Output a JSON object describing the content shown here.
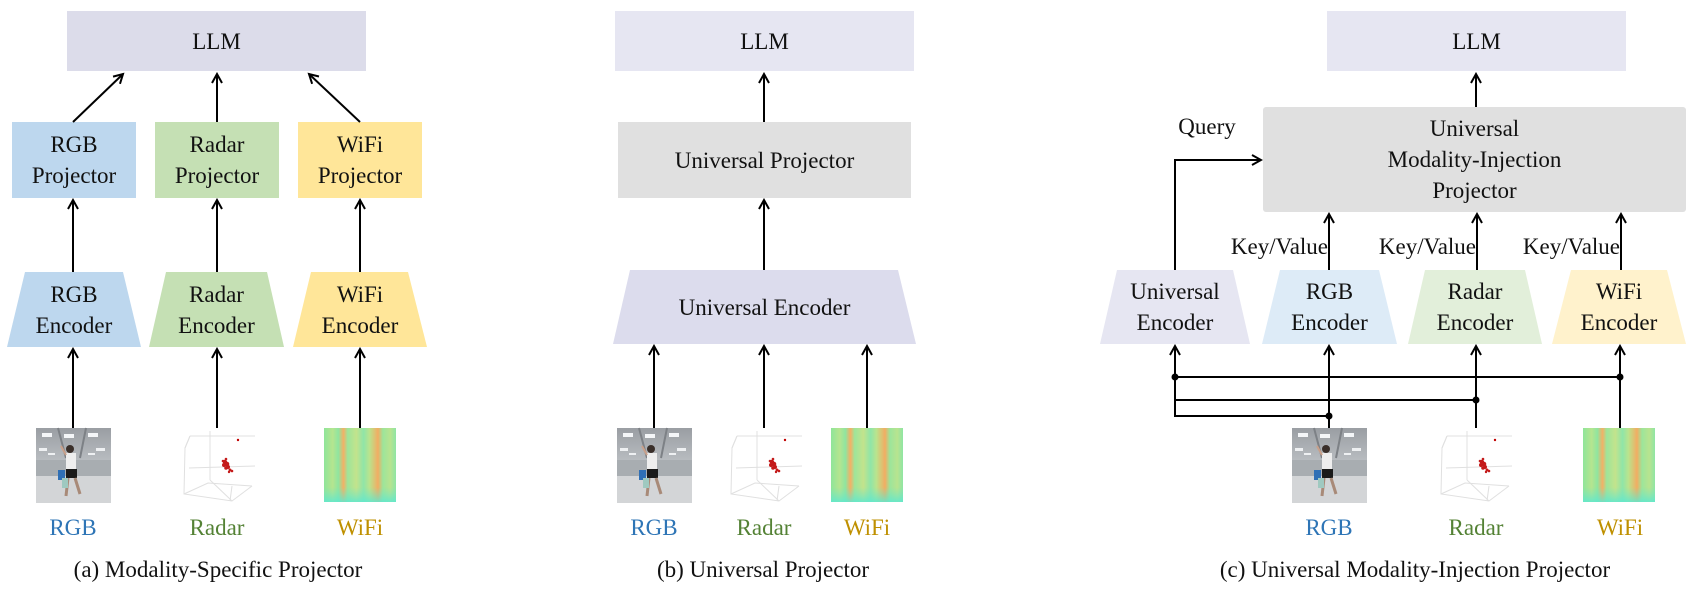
{
  "colors": {
    "llm_a": "#dcdcea",
    "llm_light": "#e6e6f2",
    "projector_gray": "#e0e0e0",
    "universal_encoder_b": "#dcdced",
    "rgb_a": "#bdd7ee",
    "radar_a": "#c5e0b4",
    "wifi_a": "#ffe699",
    "universal_encoder_c": "#e6e6f2",
    "rgb_c": "#ddebf7",
    "radar_c": "#e2efda",
    "wifi_c": "#fff2cc",
    "rgb_label": "#2e75b6",
    "radar_label": "#548235",
    "wifi_label": "#bf9000",
    "arrow": "#000000"
  },
  "panel_a": {
    "llm": "LLM",
    "projectors": [
      {
        "line1": "RGB",
        "line2": "Projector"
      },
      {
        "line1": "Radar",
        "line2": "Projector"
      },
      {
        "line1": "WiFi",
        "line2": "Projector"
      }
    ],
    "encoders": [
      {
        "line1": "RGB",
        "line2": "Encoder"
      },
      {
        "line1": "Radar",
        "line2": "Encoder"
      },
      {
        "line1": "WiFi",
        "line2": "Encoder"
      }
    ],
    "inputs": [
      "RGB",
      "Radar",
      "WiFi"
    ],
    "caption": "(a) Modality-Specific Projector"
  },
  "panel_b": {
    "llm": "LLM",
    "projector": "Universal Projector",
    "encoder": "Universal Encoder",
    "inputs": [
      "RGB",
      "Radar",
      "WiFi"
    ],
    "caption": "(b) Universal Projector"
  },
  "panel_c": {
    "llm": "LLM",
    "projector": {
      "line1": "Universal",
      "line2": "Modality-Injection",
      "line3": "Projector"
    },
    "query_label": "Query",
    "key_value_label": "Key/Value",
    "encoders": [
      {
        "line1": "Universal",
        "line2": "Encoder"
      },
      {
        "line1": "RGB",
        "line2": "Encoder"
      },
      {
        "line1": "Radar",
        "line2": "Encoder"
      },
      {
        "line1": "WiFi",
        "line2": "Encoder"
      }
    ],
    "inputs": [
      "RGB",
      "Radar",
      "WiFi"
    ],
    "caption": "(c) Universal Modality-Injection Projector"
  }
}
